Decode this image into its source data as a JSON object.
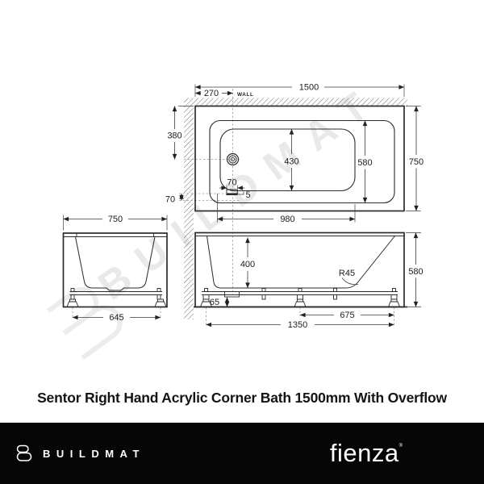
{
  "title": {
    "text": "Sentor Right Hand Acrylic Corner Bath 1500mm With Overflow"
  },
  "watermark": {
    "text": "BUILDMAT"
  },
  "plan_view": {
    "overall_width": "1500",
    "tap_end_offset": "270",
    "wall_label": "WALL",
    "back_offset": "380",
    "inner_width": "430",
    "rim_width": "580",
    "overall_depth": "750",
    "overflow_width": "70",
    "side_gap": "70",
    "overflow_height": "5",
    "basin_length": "980"
  },
  "side_view": {
    "overall_width": "750",
    "feet_spacing": "645"
  },
  "front_view": {
    "inner_depth": "400",
    "corner_radius": "R45",
    "frame_height": "65",
    "feet_spacing_right": "675",
    "feet_spacing_outer": "1350",
    "overall_height": "580"
  },
  "footer": {
    "buildmat_wordmark": "BUILDMAT",
    "fienza_wordmark": "fienza",
    "registered_mark": "®"
  }
}
